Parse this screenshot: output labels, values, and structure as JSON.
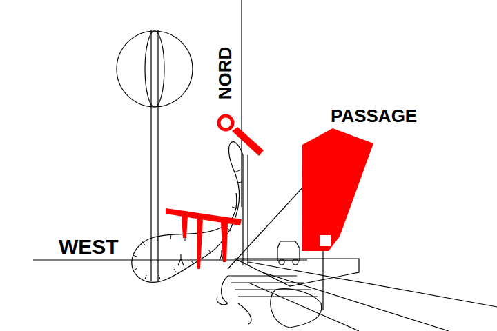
{
  "diagram": {
    "labels": [
      "NORD",
      "PASSAGE",
      "WEST"
    ]
  }
}
